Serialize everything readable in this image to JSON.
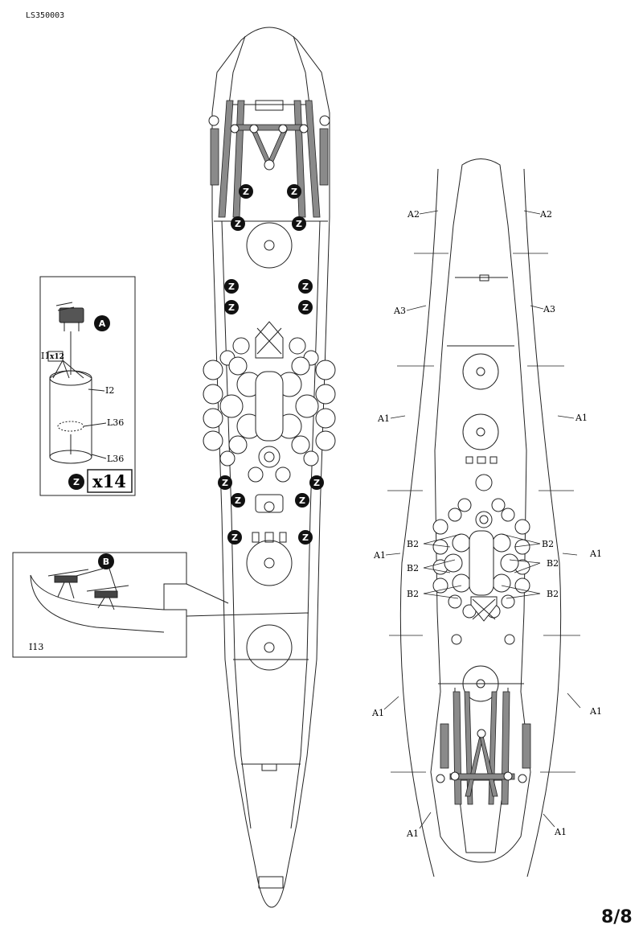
{
  "doc_code": "LS350003",
  "page_number": "8/8",
  "inset_a": {
    "callout": "A",
    "part_i1": "I1",
    "part_i1_qty": "x12",
    "part_i2": "I2",
    "part_l36_upper": "L36",
    "part_l36_lower": "L36",
    "z_mark": "Z",
    "quantity": "x14"
  },
  "inset_b": {
    "callout": "B",
    "part": "I13"
  },
  "z_mark": "Z",
  "hull_labels": {
    "a1": "A1",
    "a2": "A2",
    "a3": "A3",
    "b2": "B2"
  }
}
